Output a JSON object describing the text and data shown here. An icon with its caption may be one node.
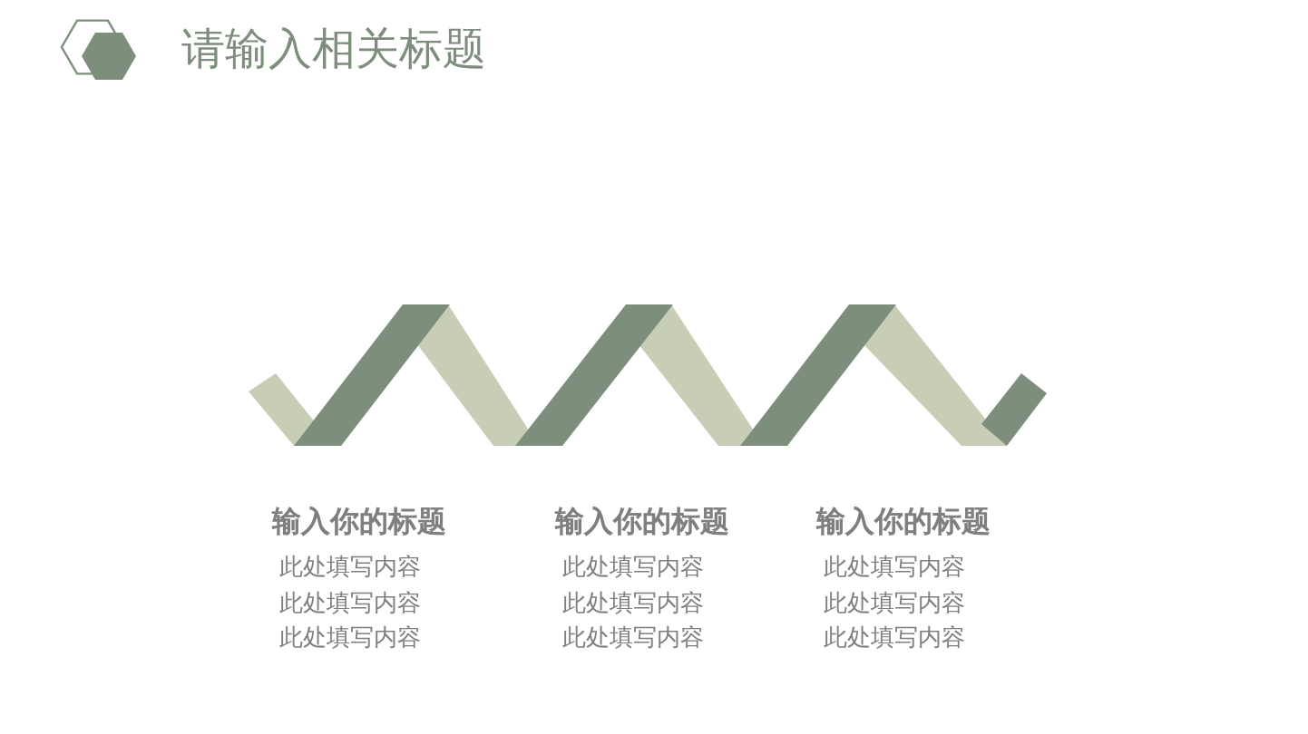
{
  "diagram": {
    "title": "请输入相关标题",
    "labels": [
      "输入你的标题",
      "输入你的标题",
      "输入你的标题",
      "此处填写内容",
      "此处填写内容",
      "此处填写内容",
      "此处填写内容",
      "此处填写内容",
      "此处填写内容",
      "此处填写内容",
      "此处填写内容",
      "此处填写内容"
    ]
  }
}
